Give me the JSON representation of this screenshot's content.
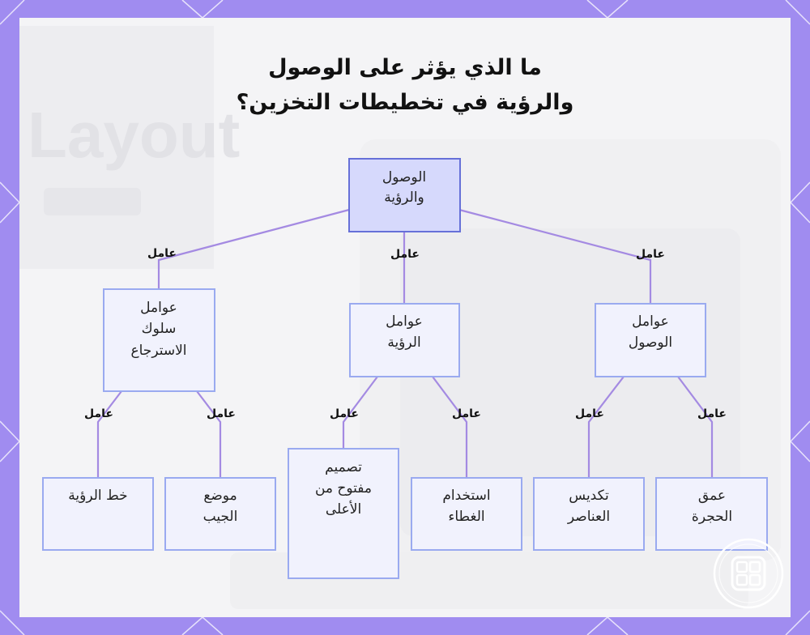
{
  "title": {
    "line1": "ما الذي يؤثر على الوصول",
    "line2": "والرؤية في تخطيطات التخزين؟"
  },
  "watermark_text": "Layout",
  "edge_label": "عامل",
  "nodes": [
    {
      "id": "root",
      "lines": [
        "الوصول",
        "والرؤية"
      ],
      "kind": "root"
    },
    {
      "id": "behavior",
      "lines": [
        "عوامل",
        "سلوك",
        "الاسترجاع"
      ],
      "kind": "category"
    },
    {
      "id": "visibility",
      "lines": [
        "عوامل",
        "الرؤية"
      ],
      "kind": "category"
    },
    {
      "id": "access",
      "lines": [
        "عوامل",
        "الوصول"
      ],
      "kind": "category"
    },
    {
      "id": "sightline",
      "lines": [
        "خط الرؤية"
      ],
      "kind": "leaf"
    },
    {
      "id": "pocket",
      "lines": [
        "موضع",
        "الجيب"
      ],
      "kind": "leaf"
    },
    {
      "id": "opentop",
      "lines": [
        "تصميم",
        "مفتوح من",
        "الأعلى"
      ],
      "kind": "leaf"
    },
    {
      "id": "lid",
      "lines": [
        "استخدام",
        "الغطاء"
      ],
      "kind": "leaf"
    },
    {
      "id": "stacking",
      "lines": [
        "تكديس",
        "العناصر"
      ],
      "kind": "leaf"
    },
    {
      "id": "depth",
      "lines": [
        "عمق",
        "الحجرة"
      ],
      "kind": "leaf"
    }
  ],
  "edges": [
    {
      "from": "root",
      "to": "behavior",
      "label": "عامل"
    },
    {
      "from": "root",
      "to": "visibility",
      "label": "عامل"
    },
    {
      "from": "root",
      "to": "access",
      "label": "عامل"
    },
    {
      "from": "behavior",
      "to": "sightline",
      "label": "عامل"
    },
    {
      "from": "behavior",
      "to": "pocket",
      "label": "عامل"
    },
    {
      "from": "visibility",
      "to": "opentop",
      "label": "عامل"
    },
    {
      "from": "visibility",
      "to": "lid",
      "label": "عامل"
    },
    {
      "from": "access",
      "to": "stacking",
      "label": "عامل"
    },
    {
      "from": "access",
      "to": "depth",
      "label": "عامل"
    }
  ],
  "colors": {
    "frame": "#a08cf0",
    "card": "#f7f7f8",
    "root_fill": "#d6d9fc",
    "root_stroke": "#6670d8",
    "node_fill": "#f1f2fd",
    "node_stroke": "#9aaaf0",
    "edge": "#a48ae2"
  },
  "icons": [
    "grid-logo-icon"
  ]
}
